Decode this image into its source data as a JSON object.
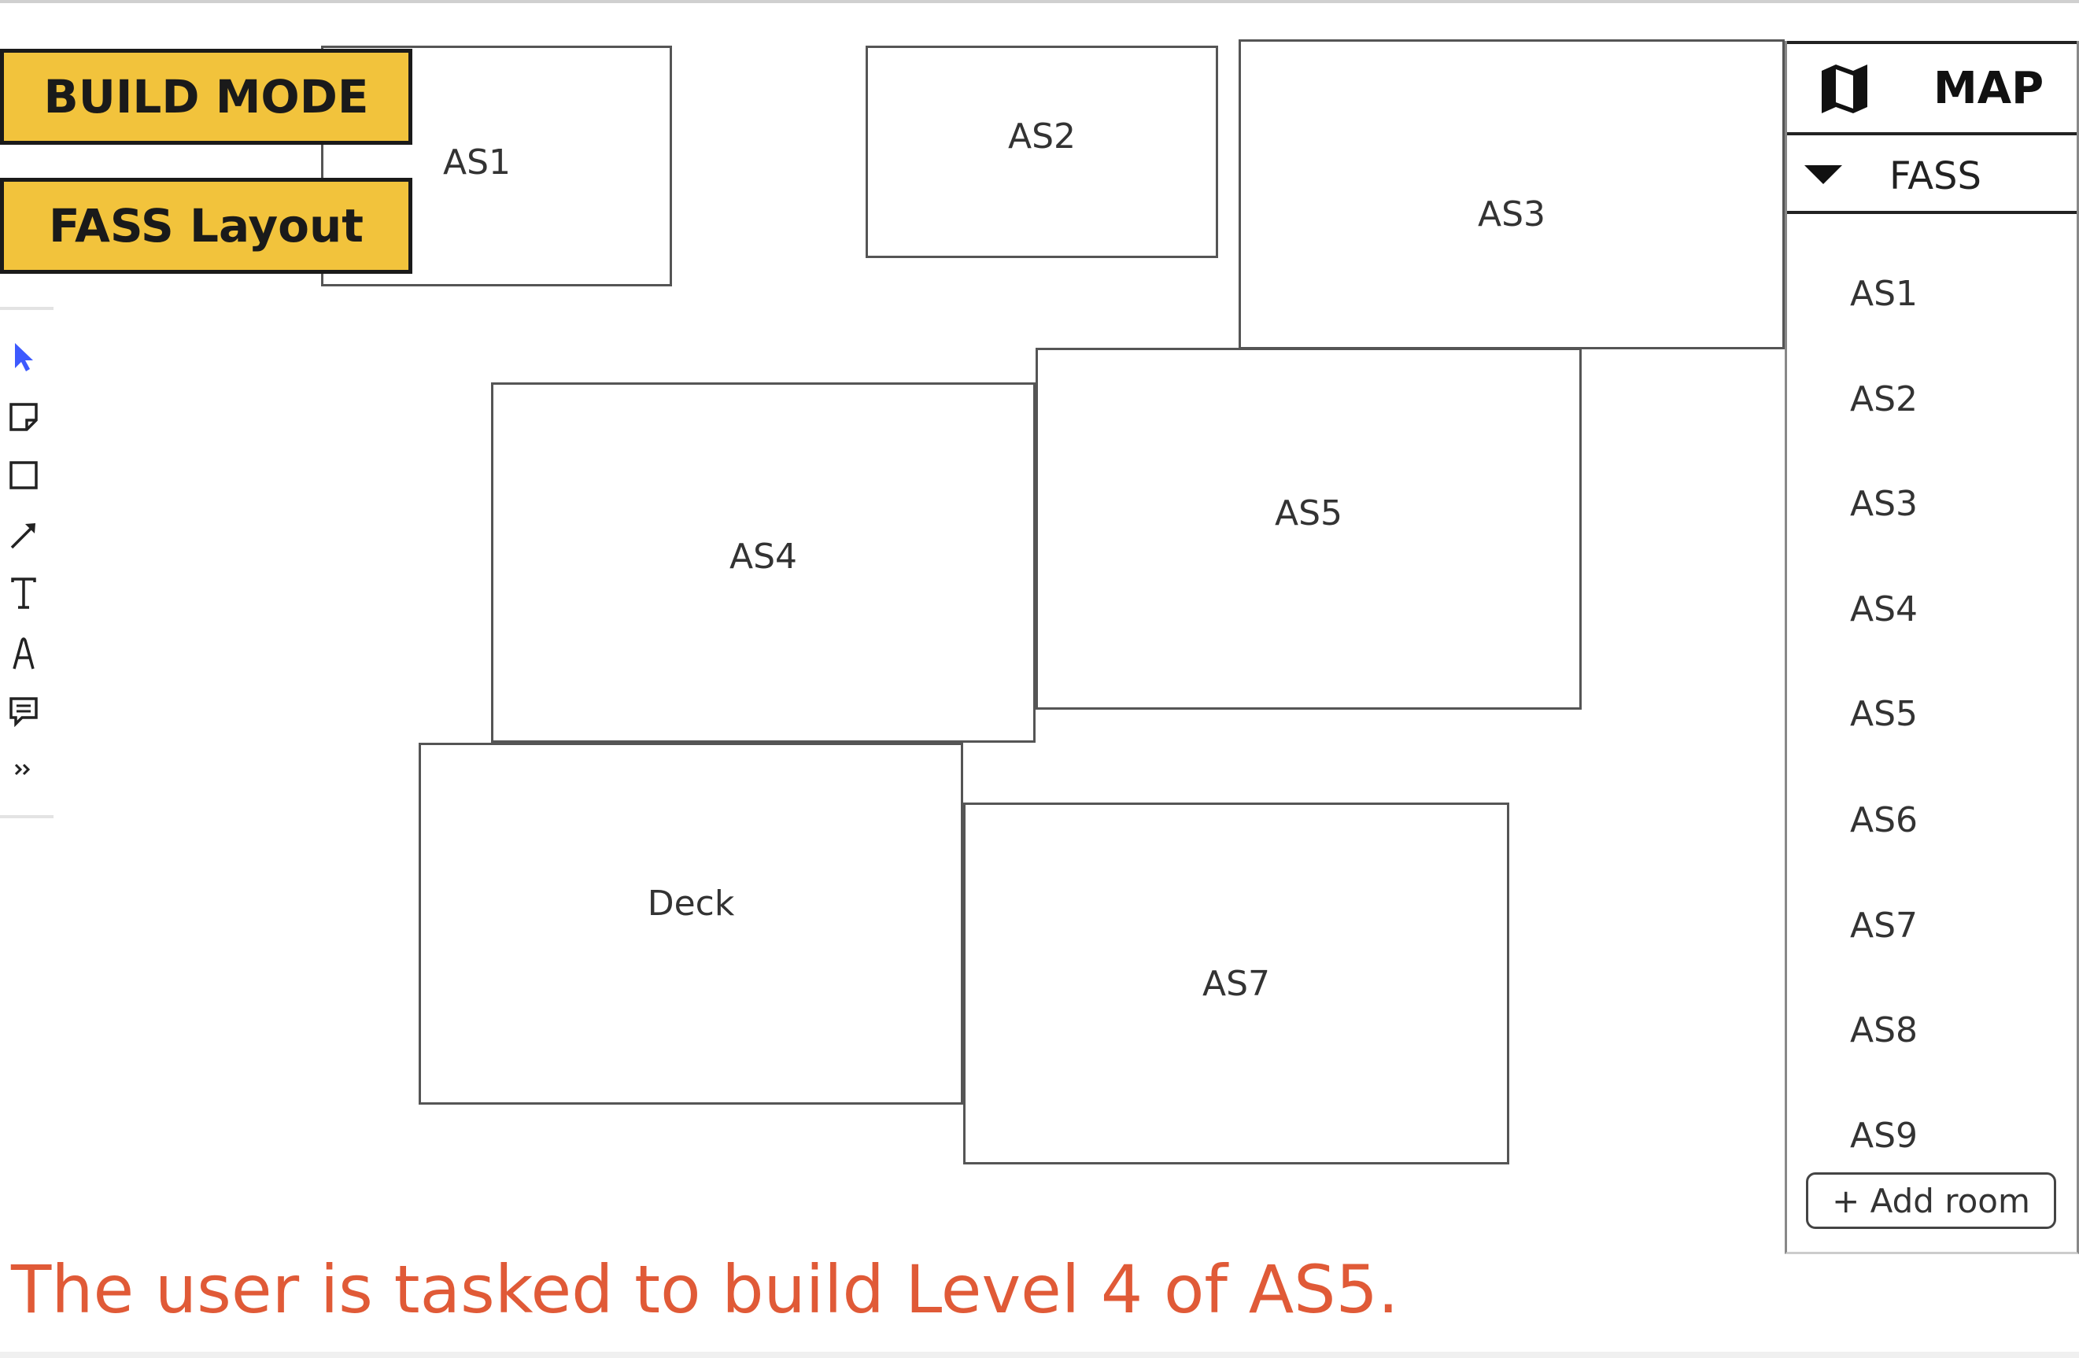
{
  "mode_buttons": {
    "build_mode": "BUILD MODE",
    "layout": "FASS Layout"
  },
  "toolbar": {
    "tools": [
      "select-pointer-icon",
      "sticky-note-icon",
      "rectangle-icon",
      "arrow-icon",
      "text-icon",
      "pen-icon",
      "comment-icon",
      "more-tools-icon"
    ]
  },
  "canvas": {
    "rooms": [
      {
        "label": "AS1"
      },
      {
        "label": "AS2"
      },
      {
        "label": "AS3"
      },
      {
        "label": "AS4"
      },
      {
        "label": "AS5"
      },
      {
        "label": "Deck"
      },
      {
        "label": "AS7"
      }
    ]
  },
  "panel": {
    "title": "MAP",
    "icon": "map-icon",
    "group": "FASS",
    "rooms": [
      "AS1",
      "AS2",
      "AS3",
      "AS4",
      "AS5",
      "AS6",
      "AS7",
      "AS8",
      "AS9"
    ],
    "add_room": "+ Add room"
  },
  "caption": "The user is tasked to build Level 4 of AS5.",
  "colors": {
    "button_yellow": "#f2c33c",
    "caption_orange": "#e05a37",
    "select_tool_blue": "#3d5afe"
  }
}
